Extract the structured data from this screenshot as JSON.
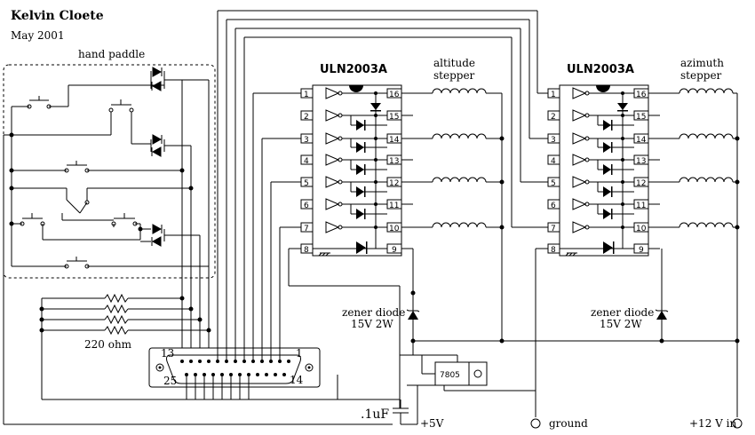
{
  "author": "Kelvin Cloete",
  "date": "May 2001",
  "hand_paddle_label": "hand paddle",
  "resistor_label": "220 ohm",
  "ic1": {
    "name": "ULN2003A",
    "stepper_label_1": "altitude",
    "stepper_label_2": "stepper",
    "left_pins": [
      "1",
      "2",
      "3",
      "4",
      "5",
      "6",
      "7",
      "8"
    ],
    "right_pins": [
      "16",
      "15",
      "14",
      "13",
      "12",
      "11",
      "10",
      "9"
    ]
  },
  "ic2": {
    "name": "ULN2003A",
    "stepper_label_1": "azimuth",
    "stepper_label_2": "stepper",
    "left_pins": [
      "1",
      "2",
      "3",
      "4",
      "5",
      "6",
      "7",
      "8"
    ],
    "right_pins": [
      "16",
      "15",
      "14",
      "13",
      "12",
      "11",
      "10",
      "9"
    ]
  },
  "zener1": {
    "label_1": "zener diode",
    "label_2": "15V 2W"
  },
  "zener2": {
    "label_1": "zener diode",
    "label_2": "15V 2W"
  },
  "connector": {
    "pin_13": "13",
    "pin_1": "1",
    "pin_25": "25",
    "pin_14": "14"
  },
  "regulator_label": "7805",
  "capacitor_label": ".1uF",
  "plus5_label": "+5V",
  "ground_label": "ground",
  "plus12_label": "+12 V in"
}
